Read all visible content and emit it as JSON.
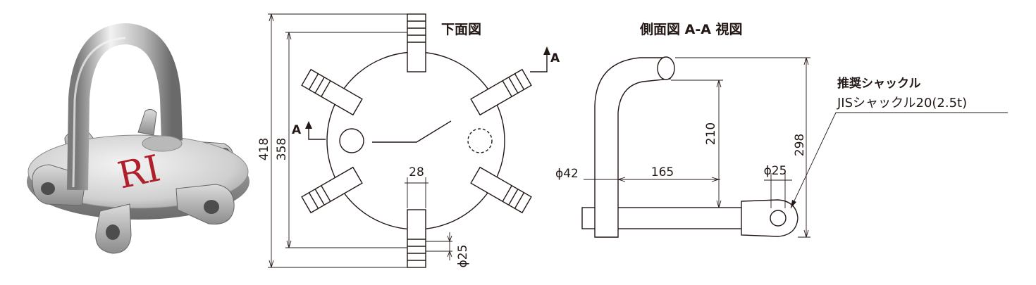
{
  "photo": {
    "logo_text": "RI",
    "colors": {
      "metal_light": "#e4e4e4",
      "metal_mid": "#b4b4b4",
      "metal_dark": "#6f6f6f",
      "logo_red": "#b0202a"
    }
  },
  "bottom_view": {
    "title": "下面図",
    "section_mark_right": "A",
    "section_mark_left": "A",
    "dim_overall": "418",
    "dim_inner": "358",
    "dim_tab_width": "28",
    "dim_hole": "ϕ25"
  },
  "side_view": {
    "title": "側面図 A-A 視図",
    "dim_bar_dia": "ϕ42",
    "dim_reach": "165",
    "dim_height": "210",
    "dim_total_height": "298",
    "dim_hole": "ϕ25"
  },
  "note": {
    "title": "推奨シャックル",
    "body": "JISシャックル20(2.5t)"
  }
}
